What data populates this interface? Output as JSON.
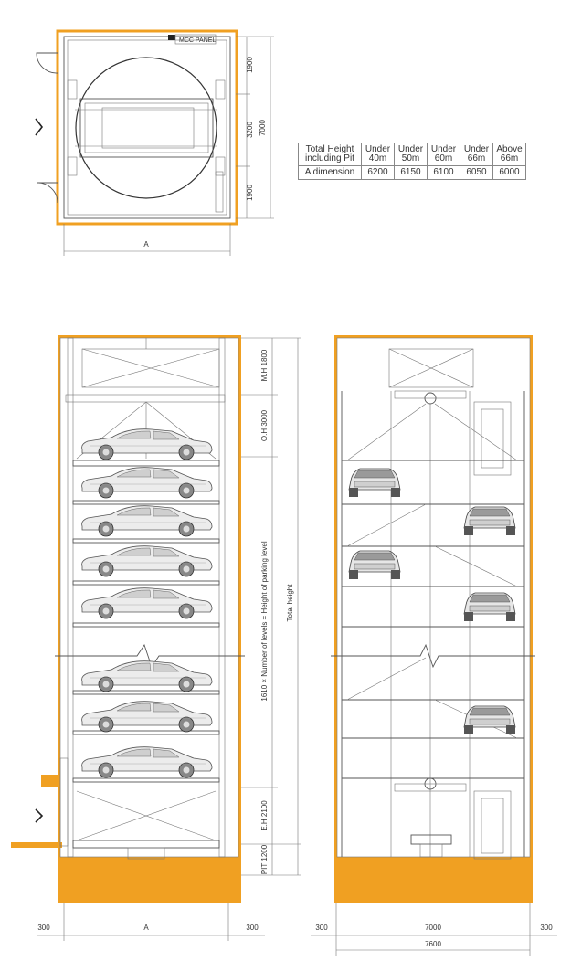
{
  "colors": {
    "accent": "#f0a022",
    "line": "#555555",
    "car": "#9a9a9a"
  },
  "plan": {
    "mcc_label": "MCC PANEL",
    "dims": [
      "1900",
      "3200",
      "1900"
    ],
    "total": "7000",
    "width_label": "A"
  },
  "table": {
    "header": "Total Height including Pit",
    "row_label": "A dimension",
    "columns": [
      {
        "label": "Under 40m",
        "value": "6200"
      },
      {
        "label": "Under 50m",
        "value": "6150"
      },
      {
        "label": "Under 60m",
        "value": "6100"
      },
      {
        "label": "Under 66m",
        "value": "6050"
      },
      {
        "label": "Above 66m",
        "value": "6000"
      }
    ]
  },
  "elevation_left": {
    "vertical_labels": {
      "mh": "M.H 1800",
      "oh": "O.H 3000",
      "levels": "1610 × Number of levels = Height of parking level",
      "eh": "E.H 2100",
      "pit": "PIT 1200",
      "total": "Total height"
    },
    "bottom": {
      "left": "300",
      "middle": "A",
      "right": "300"
    }
  },
  "elevation_right": {
    "bottom": {
      "left": "300",
      "middle": "7000",
      "right": "300",
      "overall": "7600"
    }
  }
}
